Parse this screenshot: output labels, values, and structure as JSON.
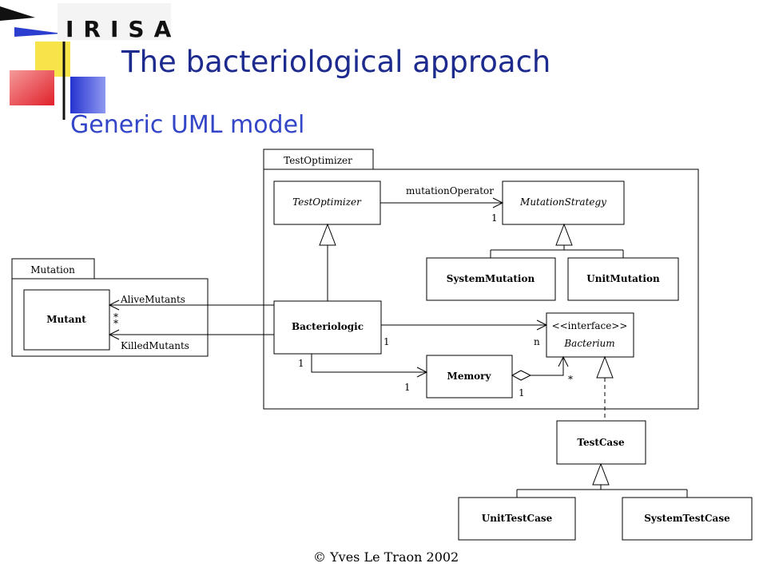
{
  "header": {
    "logo_text": "IRISA",
    "title": "The bacteriological approach",
    "subtitle": "Generic UML model"
  },
  "footer": {
    "copyright": "© Yves Le Traon 2002"
  },
  "diagram": {
    "packages": {
      "test_optimizer": "TestOptimizer",
      "mutation": "Mutation"
    },
    "classes": {
      "test_optimizer": "TestOptimizer",
      "mutation_strategy": "MutationStrategy",
      "system_mutation": "SystemMutation",
      "unit_mutation": "UnitMutation",
      "bacteriologic": "Bacteriologic",
      "bacterium_stereotype": "<<interface>>",
      "bacterium": "Bacterium",
      "memory": "Memory",
      "mutant": "Mutant",
      "test_case": "TestCase",
      "unit_test_case": "UnitTestCase",
      "system_test_case": "SystemTestCase"
    },
    "labels": {
      "mutation_operator": "mutationOperator",
      "alive_mutants": "AliveMutants",
      "killed_mutants": "KilledMutants"
    },
    "multiplicities": {
      "mutation_operator": "1",
      "bacteriologic_bacterium_near": "1",
      "bacteriologic_bacterium_far": "n",
      "bacteriologic_memory_near": "1",
      "bacteriologic_memory_far": "1",
      "memory_bacterium_near": "1",
      "memory_bacterium_far": "*",
      "alive_mutants": "*",
      "killed_mutants": "*"
    }
  },
  "colors": {
    "title": "#1d2a8e",
    "subtitle": "#3446c8",
    "logo_blue": "#2b3ecf",
    "logo_yellow": "#f7e34a",
    "logo_red": "#e8333b"
  }
}
